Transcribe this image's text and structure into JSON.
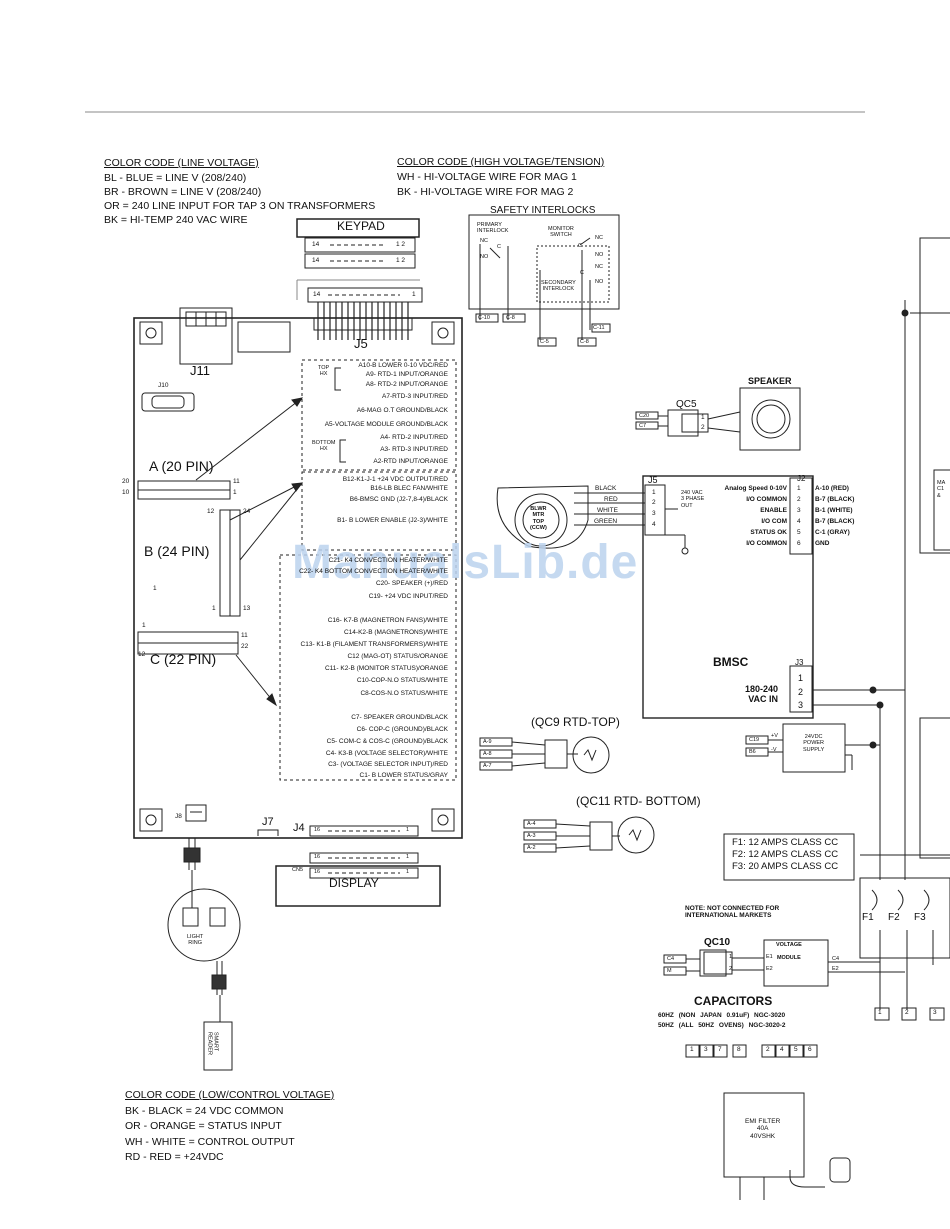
{
  "color_code_line": {
    "title": "COLOR CODE (LINE VOLTAGE)",
    "lines": [
      "BL - BLUE = LINE V (208/240)",
      "BR - BROWN = LINE V (208/240)",
      "OR = 240 LINE INPUT FOR TAP 3 ON TRANSFORMERS",
      "BK = HI-TEMP 240 VAC WIRE"
    ]
  },
  "color_code_high": {
    "title": "COLOR CODE (HIGH VOLTAGE/TENSION)",
    "lines": [
      "WH - HI-VOLTAGE WIRE FOR MAG 1",
      "BK - HI-VOLTAGE WIRE FOR MAG 2"
    ]
  },
  "color_code_low": {
    "title": "COLOR CODE (LOW/CONTROL VOLTAGE)",
    "lines": [
      "BK - BLACK = 24 VDC COMMON",
      "OR - ORANGE = STATUS INPUT",
      "WH - WHITE = CONTROL OUTPUT",
      "RD - RED = +24VDC"
    ]
  },
  "keypad": {
    "label": "KEYPAD",
    "row1_left": "14",
    "row1_right": "1 2",
    "row2_left": "14",
    "row2_right": "1 2",
    "connector_left": "14",
    "connector_right": "1"
  },
  "board": {
    "j5": "J5",
    "j11": "J11",
    "j10": "J10",
    "j7": "J7",
    "j4": "J4",
    "j8": "J8",
    "a_label": "A (20 PIN)",
    "b_label": "B (24 PIN)",
    "c_label": "C (22 PIN)",
    "a_pins": {
      "tl": "20",
      "bl": "10",
      "tr": "11",
      "br": "1"
    },
    "b_pins": {
      "tl": "12",
      "tr": "24",
      "bl": "1",
      "br": "13",
      "mid": "1"
    },
    "c_pins": {
      "tl": "1",
      "bl": "12",
      "tr": "11",
      "br": "22"
    },
    "top_hx": "TOP\nHX",
    "bottom_hx": "BOTTOM\nHX",
    "a_pin_labels": [
      "A10-B LOWER 0-10 VDC/RED",
      "A9- RTD-1 INPUT/ORANGE",
      "A8- RTD-2 INPUT/ORANGE",
      "A7-RTD-3 INPUT/RED",
      "A6-MAG O.T GROUND/BLACK",
      "A5-VOLTAGE MODULE GROUND/BLACK",
      "A4- RTD-2 INPUT/RED",
      "A3- RTD-3 INPUT/RED",
      "A2-RTD INPUT/ORANGE"
    ],
    "b_pin_labels": [
      "B12-K1-J-1 +24 VDC OUTPUT/RED",
      "B16-LB BLEC FAN/WHITE",
      "B6-BMSC GND (J2-7,8-4)/BLACK",
      "B1- B LOWER ENABLE (J2-3)/WHITE"
    ],
    "c_pin_labels": [
      "C21- K4 CONVECTION HEATER/WHITE",
      "C22- K4 BOTTOM CONVECTION HEATER/WHITE",
      "C20- SPEAKER (+)/RED",
      "C19- +24 VDC INPUT/RED",
      "C16- K7-B (MAGNETRON FANS)/WHITE",
      "C14-K2-B (MAGNETRONS)/WHITE",
      "C13- K1-B (FILAMENT TRANSFORMERS)/WHITE",
      "C12 (MAG-OT) STATUS/ORANGE",
      "C11- K2-B (MONITOR STATUS)/ORANGE",
      "C10-COP-N.O STATUS/WHITE",
      "C8-COS-N.O STATUS/WHITE",
      "C7- SPEAKER GROUND/BLACK",
      "C6- COP-C (GROUND)/BLACK",
      "C5- COM-C & COS-C (GROUND)/BLACK",
      "C4- K3-B (VOLTAGE SELECTOR)/WHITE",
      "C3- (VOLTAGE SELECTOR INPUT)/RED",
      "C1- B LOWER STATUS/GRAY"
    ]
  },
  "display": {
    "label": "DISPLAY",
    "cn": "CN5",
    "row_left": "16",
    "row_right": "1"
  },
  "light_ring": "LIGHT\nRING",
  "smart_reader": "SMART\nREADER",
  "safety": {
    "title": "SAFETY INTERLOCKS",
    "primary": "PRIMARY\nINTERLOCK",
    "monitor": "MONITOR\nSWITCH",
    "secondary": "SECONDARY\nINTERLOCK",
    "nc": "NC",
    "no": "NO",
    "c": "C",
    "connectors": [
      "C-10",
      "C-8",
      "C-5",
      "C-8",
      "C-11"
    ]
  },
  "speaker": {
    "label": "SPEAKER",
    "qc": "QC5",
    "pins": [
      "1",
      "2"
    ],
    "wires": [
      "C20",
      "C7"
    ]
  },
  "blower": {
    "label": "BLWR\nMTR\nTOP\n(CCW)",
    "wires": [
      "BLACK",
      "RED",
      "WHITE",
      "GREEN"
    ],
    "j5": "J5",
    "j5_pins": [
      "1",
      "2",
      "3",
      "4"
    ],
    "phase": "240 VAC\n3 PHASE\nOUT"
  },
  "bmsc": {
    "label": "BMSC",
    "j2": "J2",
    "j3": "J3",
    "j2_rows": [
      {
        "name": "Analog Speed 0-10V",
        "pin": "1",
        "wire": "A-10 (RED)"
      },
      {
        "name": "I/O COMMON",
        "pin": "2",
        "wire": "B-7 (BLACK)"
      },
      {
        "name": "ENABLE",
        "pin": "3",
        "wire": "B-1 (WHITE)"
      },
      {
        "name": "I/O COM",
        "pin": "4",
        "wire": "B-7 (BLACK)"
      },
      {
        "name": "STATUS OK",
        "pin": "5",
        "wire": "C-1 (GRAY)"
      },
      {
        "name": "I/O COMMON",
        "pin": "6",
        "wire": "GND"
      }
    ],
    "j3_pins": [
      "1",
      "2",
      "3"
    ],
    "vac_in": "180-240\nVAC IN"
  },
  "power_supply": {
    "label": "24VDC\nPOWER\nSUPPLY",
    "plus": "+V",
    "minus": "-V",
    "wires": [
      "C19",
      "B6"
    ]
  },
  "rtd_top": {
    "label": "(QC9 RTD-TOP)",
    "wires": [
      "A-9",
      "A-8",
      "A-7"
    ]
  },
  "rtd_bottom": {
    "label": "(QC11 RTD- BOTTOM)",
    "wires": [
      "A-4",
      "A-3",
      "A-2"
    ]
  },
  "fuses": {
    "lines": [
      "F1: 12 AMPS CLASS CC",
      "F2: 12 AMPS CLASS CC",
      "F3: 20 AMPS CLASS CC"
    ],
    "names": [
      "F1",
      "F2",
      "F3"
    ],
    "terminals": [
      "1",
      "2",
      "3"
    ]
  },
  "note": "NOTE: NOT CONNECTED FOR\nINTERNATIONAL MARKETS",
  "voltage_module": {
    "qc": "QC10",
    "label": "VOLTAGE\n\nMODULE",
    "wires": [
      "C4",
      "M"
    ],
    "pins": [
      "1",
      "2"
    ],
    "e_pins": [
      "E1",
      "E2"
    ],
    "out": [
      "C4",
      "E2"
    ]
  },
  "capacitors": {
    "title": "CAPACITORS",
    "lines": [
      "60HZ (NON JAPAN 0.91uF) NGC-3020",
      "50HZ (ALL 50HZ OVENS) NGC-3020-2"
    ]
  },
  "emi": {
    "label": "EMI FILTER\n40A\n40VSHK",
    "terms_a": [
      "1",
      "3",
      "7",
      "8"
    ],
    "terms_b": [
      "2",
      "4",
      "5",
      "6"
    ]
  },
  "right_partial": {
    "mag": "MA\nC1\n&"
  },
  "watermark": "ManualsLib.de"
}
